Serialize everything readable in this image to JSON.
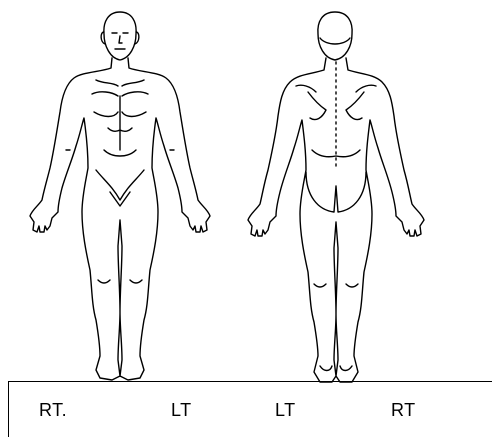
{
  "labels": {
    "front_right": "RT.",
    "front_left": "LT",
    "back_left": "LT",
    "back_right": "RT"
  },
  "figures": {
    "front": "front-body-outline",
    "back": "back-body-outline"
  },
  "colors": {
    "line": "#000000",
    "background": "#ffffff"
  }
}
